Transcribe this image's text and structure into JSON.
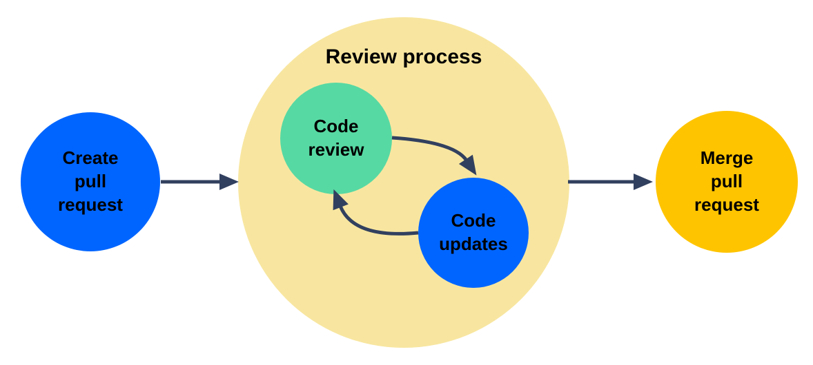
{
  "diagram": {
    "group_label": "Review process",
    "group_color": "#F8E6A0",
    "arrow_color": "#32405F",
    "text_color": "#000000",
    "nodes": {
      "create": {
        "id": "create-pull-request",
        "label": "Create\npull\nrequest",
        "color": "#0065FF"
      },
      "review": {
        "id": "code-review",
        "label": "Code\nreview",
        "color": "#57D9A3"
      },
      "updates": {
        "id": "code-updates",
        "label": "Code\nupdates",
        "color": "#0065FF"
      },
      "merge": {
        "id": "merge-pull-request",
        "label": "Merge\npull\nrequest",
        "color": "#FFC400"
      }
    },
    "edges": [
      {
        "from": "create-pull-request",
        "to": "review-process",
        "style": "straight"
      },
      {
        "from": "code-review",
        "to": "code-updates",
        "style": "curved"
      },
      {
        "from": "code-updates",
        "to": "code-review",
        "style": "curved"
      },
      {
        "from": "review-process",
        "to": "merge-pull-request",
        "style": "straight"
      }
    ]
  }
}
